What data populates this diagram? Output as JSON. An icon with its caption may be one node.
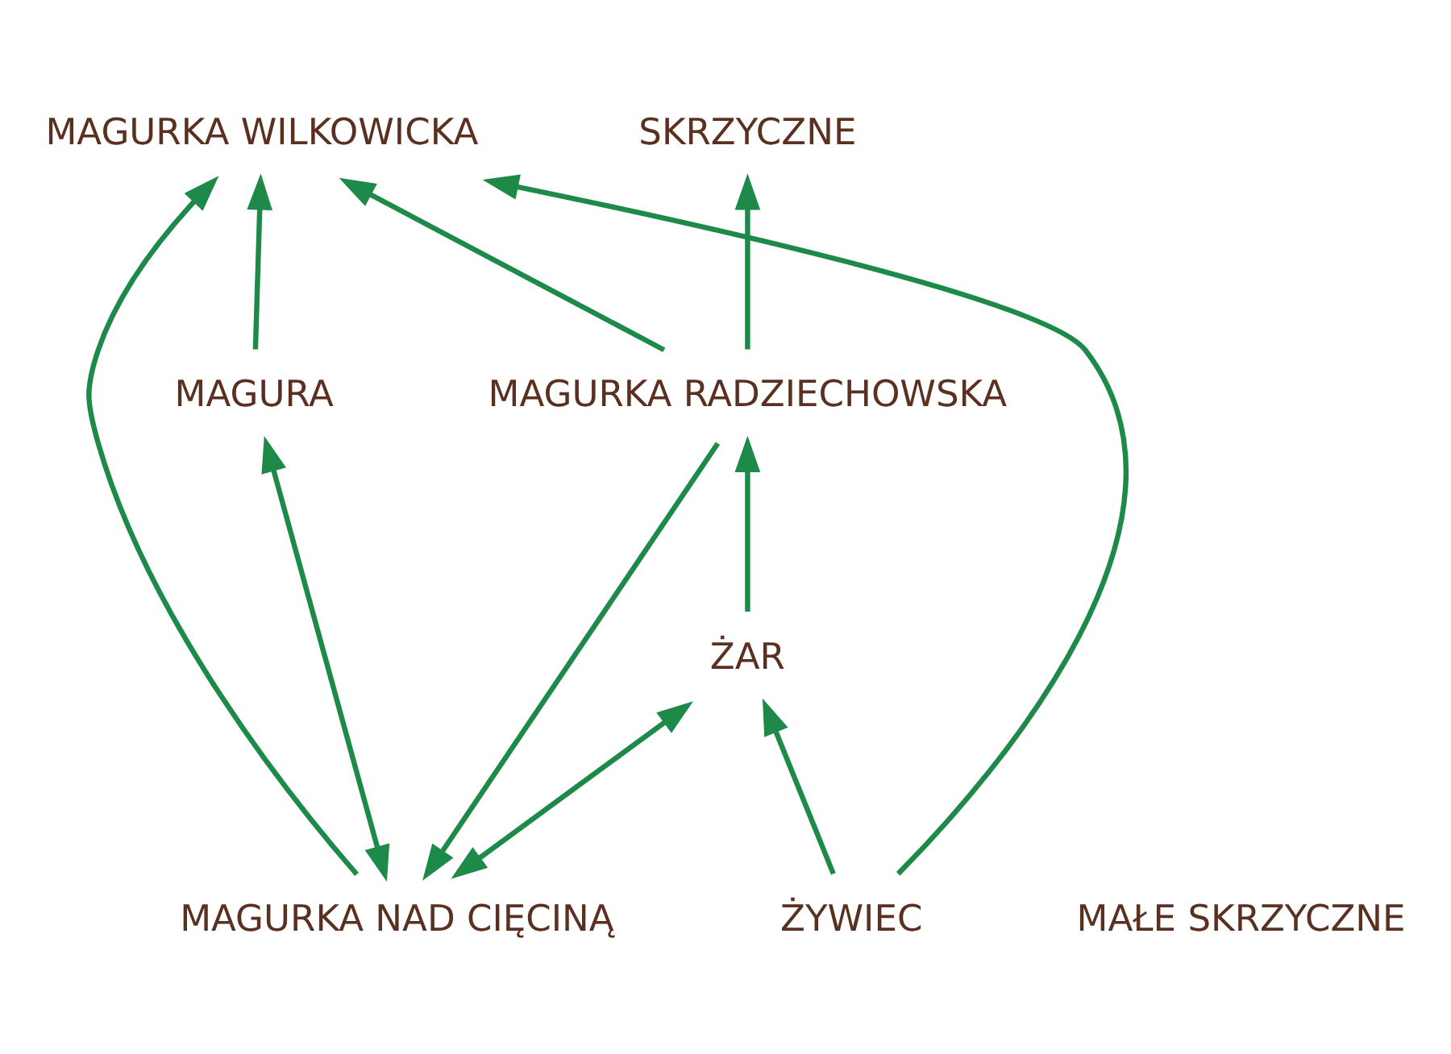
{
  "diagram": {
    "nodes": [
      {
        "text": [
          "MAGURKA WILKOWICKA"
        ]
      },
      {
        "text": [
          "ŻAR"
        ]
      },
      {
        "text": [
          "MAGURA"
        ]
      },
      {
        "text": [
          "MAŁE SKRZYCZNE"
        ]
      },
      {
        "text": [
          "SKRZYCZNE"
        ]
      },
      {
        "text": [
          "ŻYWIEC"
        ]
      },
      {
        "text": [
          "MAGURKA RADZIECHOWSKA"
        ]
      },
      {
        "text": [
          "MAGURKA NAD CIĘCINĄ"
        ]
      }
    ],
    "edges": [
      {
        "from": 2,
        "to": 0,
        "arrow": "to"
      },
      {
        "from": 6,
        "to": 0,
        "arrow": "to"
      },
      {
        "from": 5,
        "to": 0,
        "arrow": "to"
      },
      {
        "from": 7,
        "to": 0,
        "arrow": "to"
      },
      {
        "from": 5,
        "to": 1,
        "arrow": "to"
      },
      {
        "from": 1,
        "to": 6,
        "arrow": "to"
      },
      {
        "from": 7,
        "to": 1,
        "arrow": "both"
      },
      {
        "from": 7,
        "to": 2,
        "arrow": "both"
      },
      {
        "from": 6,
        "to": 4,
        "arrow": "to"
      },
      {
        "from": 6,
        "to": 7,
        "arrow": "to"
      }
    ]
  }
}
